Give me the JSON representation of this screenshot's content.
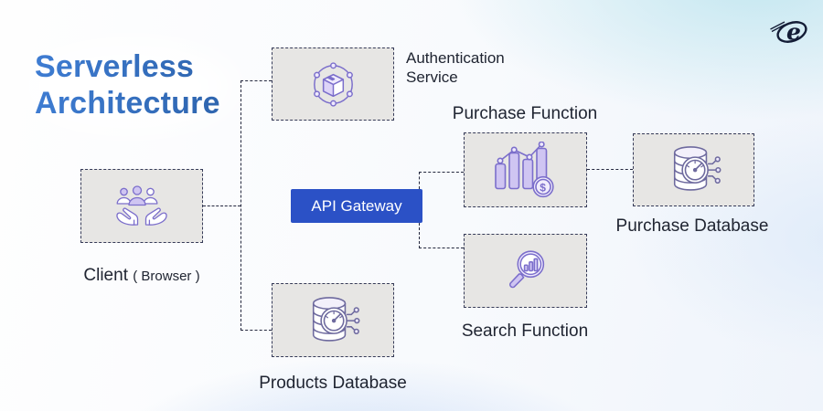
{
  "title": {
    "line1": "Serverless",
    "line2": "Architecture",
    "color": "#336cba"
  },
  "logo": {
    "letter": "e"
  },
  "gateway": {
    "label": "API Gateway",
    "bg_color": "#2b51c6"
  },
  "nodes": {
    "client": {
      "label": "Client",
      "sublabel": "( Browser )",
      "icon": "people-in-hands"
    },
    "auth": {
      "label_line1": "Authentication",
      "label_line2": "Service",
      "icon": "cube-in-ring"
    },
    "purchase_function": {
      "label": "Purchase Function",
      "icon": "bar-chart-dollar"
    },
    "search_function": {
      "label": "Search Function",
      "icon": "magnifier-bar-chart"
    },
    "products_database": {
      "label": "Products Database",
      "icon": "database-gauge"
    },
    "purchase_database": {
      "label": "Purchase Database",
      "icon": "database-gauge"
    }
  },
  "style": {
    "icon_stroke": "#7b6ecb",
    "icon_stroke_muted": "#6e6a9e",
    "icon_fill_light": "#efeafd",
    "icon_fill_mid": "#cfc5f2",
    "box_fill": "#e7e6e4",
    "line_color": "#23273d"
  }
}
